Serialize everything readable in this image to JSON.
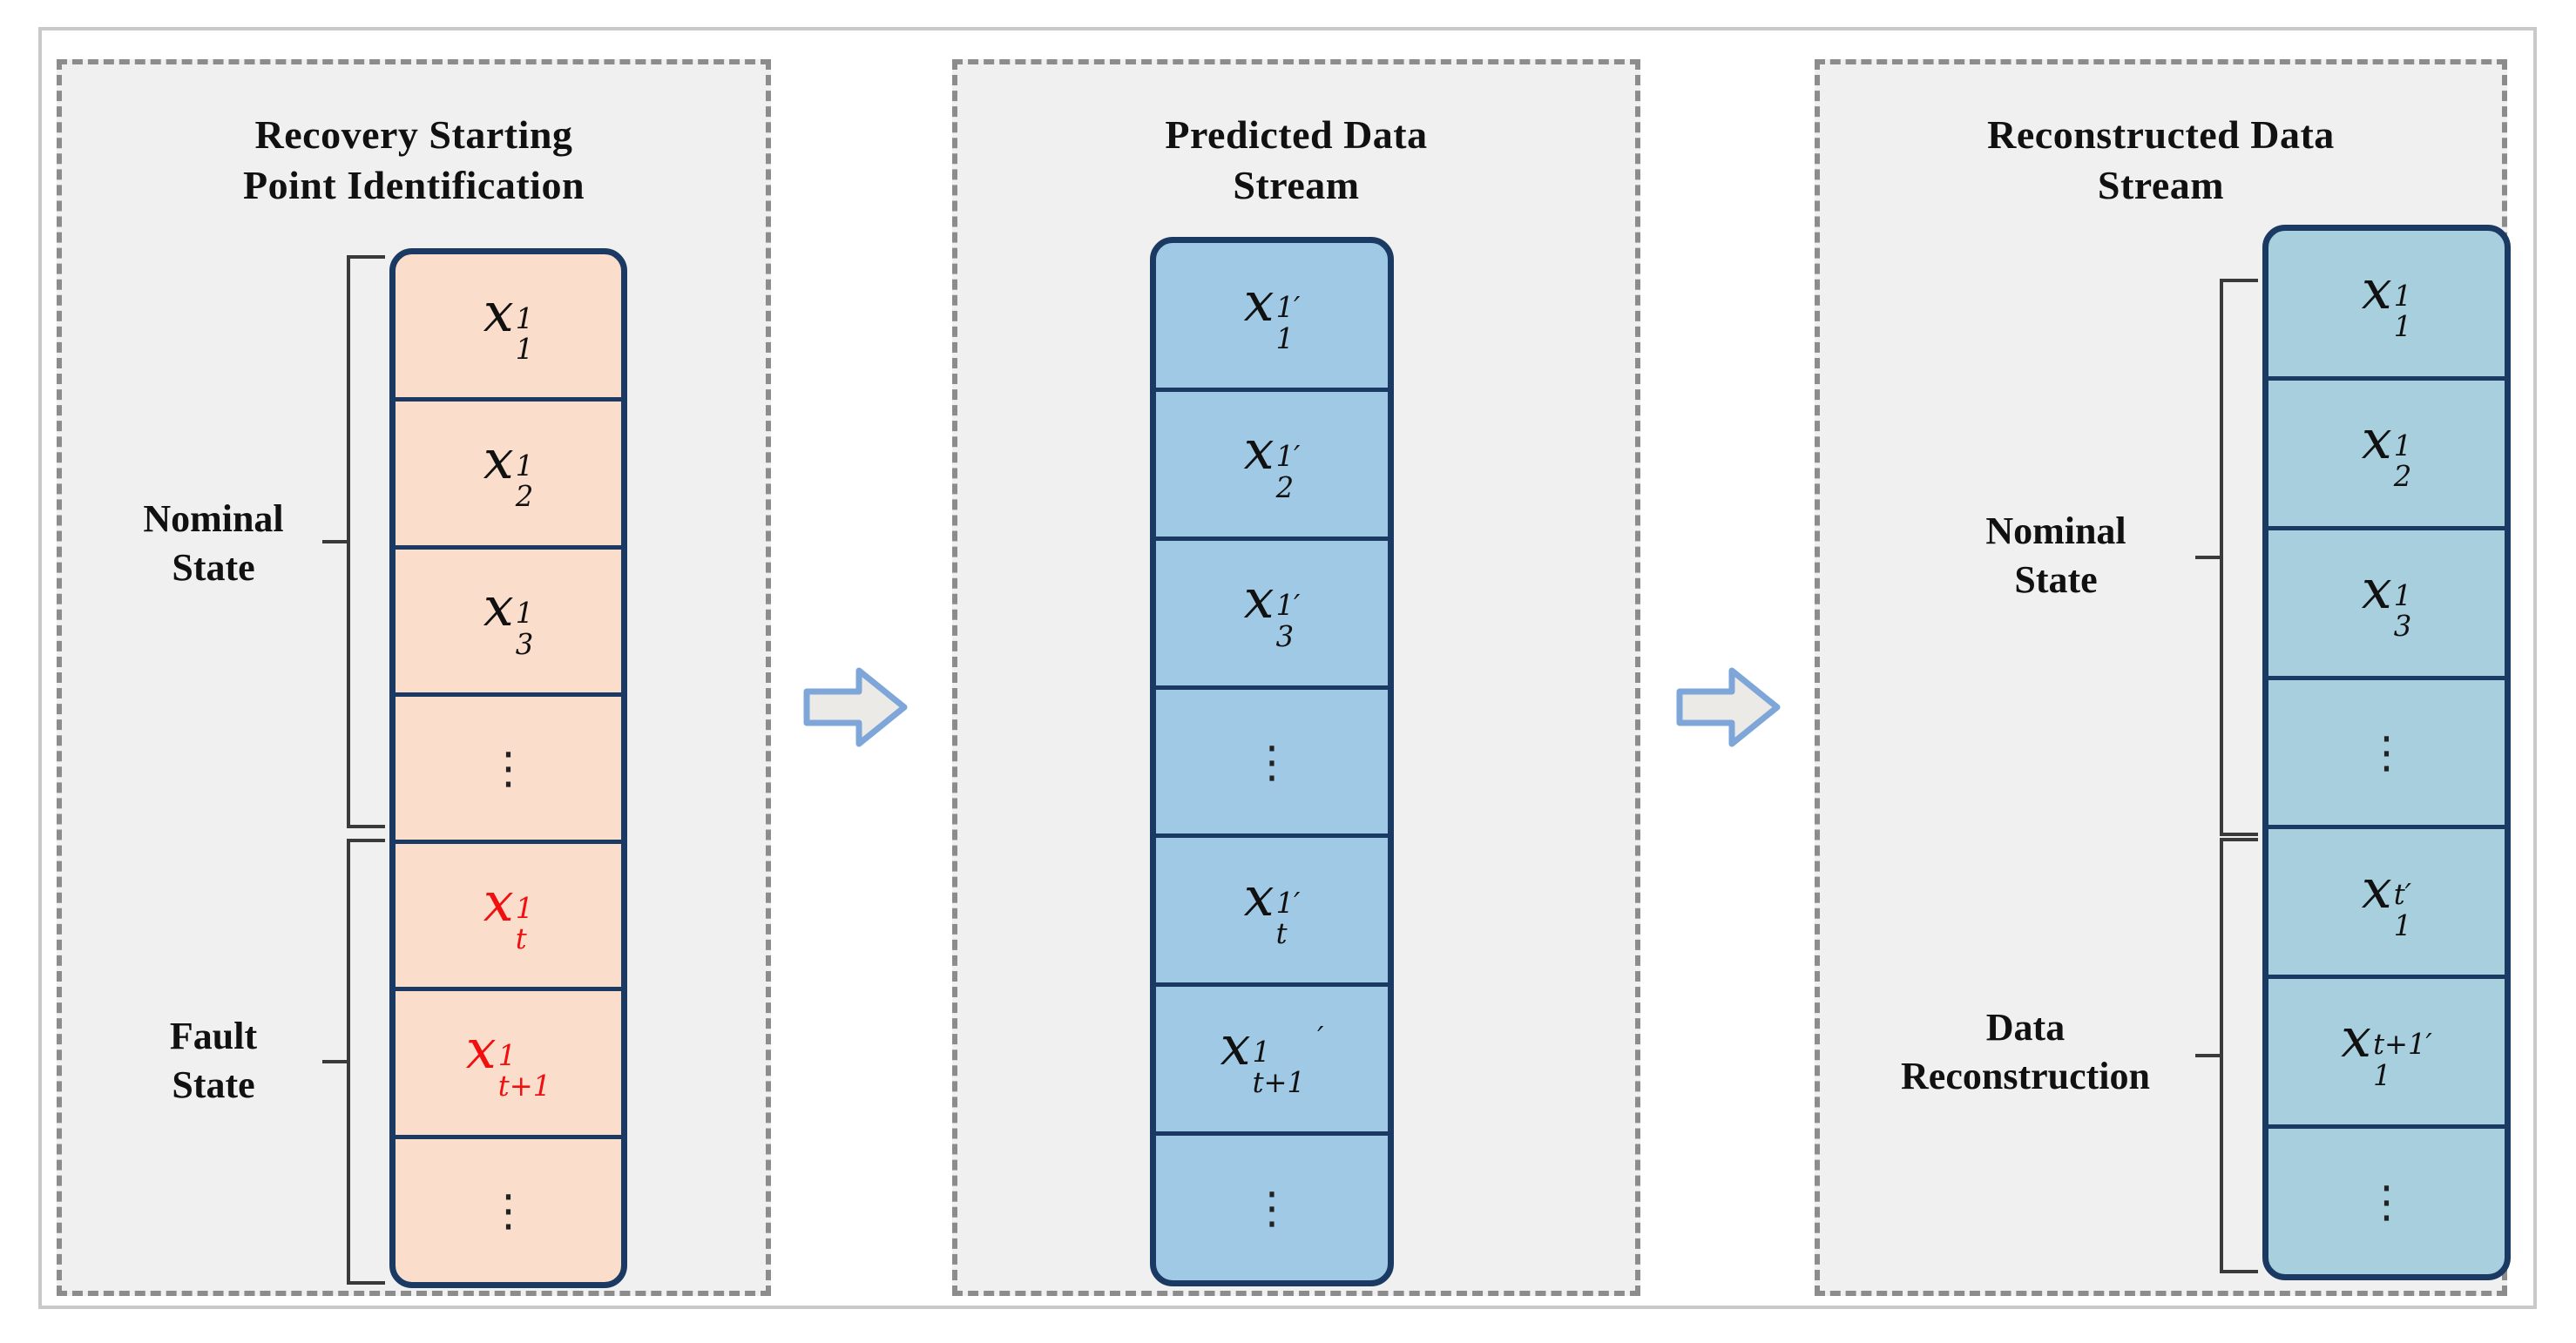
{
  "figure": {
    "background": "#ffffff",
    "frame_color": "#c9c9c9",
    "panel_dash_color": "#8c8c8c",
    "panel_fill": "#f0f0f0",
    "cell_border_color": "#1b3a63",
    "orange_fill": "#fbddcb",
    "blue_fill": "#9fc9e4",
    "teal_fill": "#a8cfdd",
    "highlight_color": "#f01010",
    "arrow_outline": "#7fa6d8",
    "arrow_fill": "#eceae6"
  },
  "panels": [
    {
      "id": "recovery-starting-point-identification",
      "title_line1": "Recovery Starting",
      "title_line2": "Point Identification",
      "groups": [
        {
          "id": "nominal-state",
          "label_line1": "Nominal",
          "label_line2": "State",
          "rows": [
            0,
            3
          ]
        },
        {
          "id": "fault-state",
          "label_line1": "Fault",
          "label_line2": "State",
          "rows": [
            4,
            6
          ]
        }
      ],
      "cells": [
        {
          "base": "x",
          "sup": "1",
          "sub": "1",
          "prime": false,
          "highlight": false,
          "dots": false
        },
        {
          "base": "x",
          "sup": "1",
          "sub": "2",
          "prime": false,
          "highlight": false,
          "dots": false
        },
        {
          "base": "x",
          "sup": "1",
          "sub": "3",
          "prime": false,
          "highlight": false,
          "dots": false
        },
        {
          "base": "",
          "sup": "",
          "sub": "",
          "prime": false,
          "highlight": false,
          "dots": true
        },
        {
          "base": "x",
          "sup": "1",
          "sub": "t",
          "prime": false,
          "highlight": true,
          "dots": false
        },
        {
          "base": "x",
          "sup": "1",
          "sub": "t+1",
          "prime": false,
          "highlight": true,
          "dots": false
        },
        {
          "base": "",
          "sup": "",
          "sub": "",
          "prime": false,
          "highlight": false,
          "dots": true
        }
      ]
    },
    {
      "id": "predicted-data-stream",
      "title_line1": "Predicted Data",
      "title_line2": "Stream",
      "groups": [],
      "cells": [
        {
          "base": "x",
          "sup": "1",
          "sub": "1",
          "prime": true,
          "prime_far": false,
          "highlight": false,
          "dots": false
        },
        {
          "base": "x",
          "sup": "1",
          "sub": "2",
          "prime": true,
          "prime_far": false,
          "highlight": false,
          "dots": false
        },
        {
          "base": "x",
          "sup": "1",
          "sub": "3",
          "prime": true,
          "prime_far": false,
          "highlight": false,
          "dots": false
        },
        {
          "base": "",
          "sup": "",
          "sub": "",
          "prime": false,
          "highlight": false,
          "dots": true
        },
        {
          "base": "x",
          "sup": "1",
          "sub": "t",
          "prime": true,
          "prime_far": false,
          "highlight": false,
          "dots": false
        },
        {
          "base": "x",
          "sup": "1",
          "sub": "t+1",
          "prime": true,
          "prime_far": true,
          "highlight": false,
          "dots": false
        },
        {
          "base": "",
          "sup": "",
          "sub": "",
          "prime": false,
          "highlight": false,
          "dots": true
        }
      ]
    },
    {
      "id": "reconstructed-data-stream",
      "title_line1": "Reconstructed Data",
      "title_line2": "Stream",
      "groups": [
        {
          "id": "nominal-state",
          "label_line1": "Nominal",
          "label_line2": "State",
          "rows": [
            0,
            3
          ]
        },
        {
          "id": "data-reconstruction",
          "label_line1": "Data",
          "label_line2": "Reconstruction",
          "rows": [
            4,
            6
          ]
        }
      ],
      "cells": [
        {
          "base": "x",
          "sup": "1",
          "sub": "1",
          "prime": false,
          "highlight": false,
          "dots": false
        },
        {
          "base": "x",
          "sup": "1",
          "sub": "2",
          "prime": false,
          "highlight": false,
          "dots": false
        },
        {
          "base": "x",
          "sup": "1",
          "sub": "3",
          "prime": false,
          "highlight": false,
          "dots": false
        },
        {
          "base": "",
          "sup": "",
          "sub": "",
          "prime": false,
          "highlight": false,
          "dots": true
        },
        {
          "base": "x",
          "sup": "t",
          "sub": "1",
          "prime": true,
          "prime_far": false,
          "highlight": false,
          "dots": false
        },
        {
          "base": "x",
          "sup": "t+1",
          "sub": "1",
          "prime": true,
          "prime_far": false,
          "highlight": false,
          "dots": false
        },
        {
          "base": "",
          "sup": "",
          "sub": "",
          "prime": false,
          "highlight": false,
          "dots": true
        }
      ]
    }
  ],
  "arrows": [
    {
      "id": "arrow-stage-1-to-2",
      "direction": "right"
    },
    {
      "id": "arrow-stage-2-to-3",
      "direction": "right"
    }
  ],
  "glyphs": {
    "vertical_dots": "⋮",
    "prime": "′"
  }
}
